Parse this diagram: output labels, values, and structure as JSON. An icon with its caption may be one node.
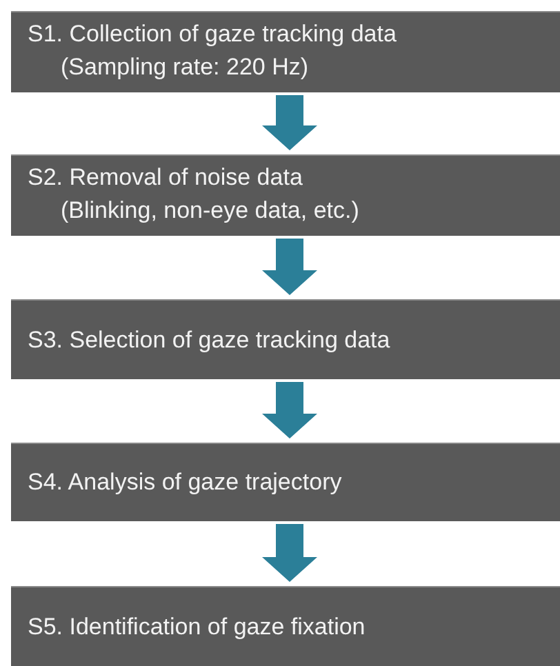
{
  "diagram": {
    "nodes": [
      {
        "text": [
          "S1. Collection of gaze tracking data",
          "(Sampling rate: 220 Hz)"
        ]
      },
      {
        "text": [
          "S2. Removal of noise data",
          "(Blinking, non-eye data, etc.)"
        ]
      },
      {
        "text": [
          "S3. Selection of gaze tracking data"
        ]
      },
      {
        "text": [
          "S4. Analysis of gaze trajectory"
        ]
      },
      {
        "text": [
          "S5. Identification of gaze fixation"
        ]
      }
    ],
    "edges": [
      {
        "from": 0,
        "to": 1,
        "arrow": "to"
      },
      {
        "from": 1,
        "to": 2,
        "arrow": "to"
      },
      {
        "from": 2,
        "to": 3,
        "arrow": "to"
      },
      {
        "from": 3,
        "to": 4,
        "arrow": "to"
      }
    ]
  }
}
